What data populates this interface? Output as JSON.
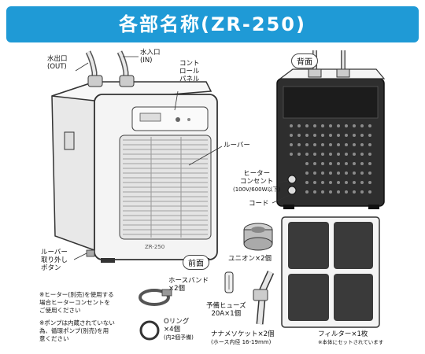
{
  "header": {
    "title": "各部名称(ZR-250)"
  },
  "labels": {
    "outlet": "水出口",
    "outlet_en": "(OUT)",
    "inlet": "水入口",
    "inlet_en": "(IN)",
    "control_panel_1": "コント",
    "control_panel_2": "ロール",
    "control_panel_3": "パネル",
    "louver": "ルーバー",
    "heater_outlet_1": "ヒーター",
    "heater_outlet_2": "コンセント",
    "heater_outlet_3": "(100V/600W以下)",
    "cord": "コード",
    "louver_button_1": "ルーバー",
    "louver_button_2": "取り外し",
    "louver_button_3": "ボタン",
    "front": "前面",
    "back": "背面",
    "union": "ユニオン×2個",
    "hose_band_1": "ホースバンド",
    "hose_band_2": "×2個",
    "fuse_1": "予備ヒューズ",
    "fuse_2": "20A×1個",
    "oring_1": "Oリング",
    "oring_2": "×4個",
    "oring_3": "(内2個予備)",
    "nanamesocket_1": "ナナメソケット×2個",
    "nanamesocket_2": "(ホース内径 16-19mm)",
    "filter": "フィルター×1枚",
    "filter_note": "※本体にセットされています",
    "model_mark": "ZR-250"
  },
  "notes": {
    "note1_1": "※ヒーター(別売)を使用する",
    "note1_2": "場合ヒーターコンセントを",
    "note1_3": "ご使用ください",
    "note2_1": "※ポンプは内蔵されていない",
    "note2_2": "為、循環ポンプ(別売)を用",
    "note2_3": "意ください"
  },
  "colors": {
    "header": "#1f9ad6",
    "body_light": "#f2f2f2",
    "body_dark": "#2a2a2a"
  }
}
